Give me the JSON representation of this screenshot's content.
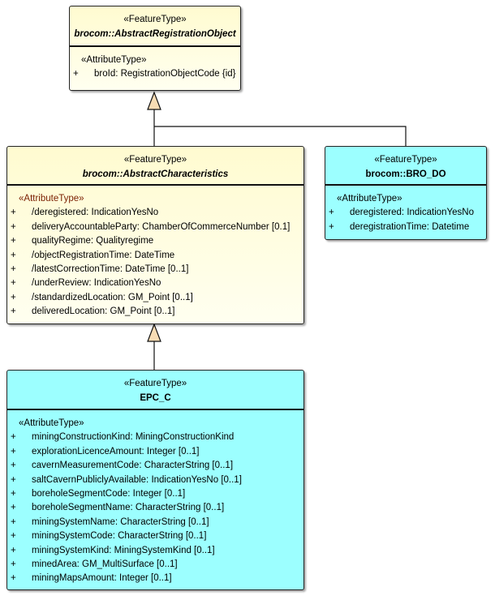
{
  "classes": {
    "registration": {
      "stereotype": "«FeatureType»",
      "name": "brocom::AbstractRegistrationObject",
      "attr_stereotype": "«AttributeType»",
      "attributes": [
        "broId: RegistrationObjectCode {id}"
      ]
    },
    "characteristics": {
      "stereotype": "«FeatureType»",
      "name": "brocom::AbstractCharacteristics",
      "attr_stereotype": "«AttributeType»",
      "attributes": [
        "/deregistered: IndicationYesNo",
        "deliveryAccountableParty: ChamberOfCommerceNumber [0.1]",
        "qualityRegime: Qualityregime",
        "/objectRegistrationTime: DateTime",
        "/latestCorrectionTime: DateTime [0..1]",
        "/underReview: IndicationYesNo",
        "/standardizedLocation: GM_Point [0..1]",
        "deliveredLocation: GM_Point [0..1]"
      ]
    },
    "bro_do": {
      "stereotype": "«FeatureType»",
      "name": "brocom::BRO_DO",
      "attr_stereotype": "«AttributeType»",
      "attributes": [
        "deregistered: IndicationYesNo",
        "deregistrationTime: Datetime"
      ]
    },
    "epc_c": {
      "stereotype": "«FeatureType»",
      "name": "EPC_C",
      "attr_stereotype": "«AttributeType»",
      "attributes": [
        "miningConstructionKind: MiningConstructionKind",
        "explorationLicenceAmount: Integer [0..1]",
        "cavernMeasurementCode: CharacterString [0..1]",
        "saltCavernPubliclyAvailable: IndicationYesNo [0..1]",
        "boreholeSegmentCode: Integer [0..1]",
        "boreholeSegmentName: CharacterString [0..1]",
        "miningSystemName: CharacterString [0..1]",
        "miningSystemCode: CharacterString [0..1]",
        "miningSystemKind: MiningSystemKind [0..1]",
        "minedArea: GM_MultiSurface [0..1]",
        "miningMapsAmount: Integer [0..1]"
      ]
    }
  },
  "visibility": "+",
  "colors": {
    "abstract_fill": "#fffbd0",
    "concrete_fill": "#9cffff",
    "arrow_fill": "#f7dcb4"
  }
}
